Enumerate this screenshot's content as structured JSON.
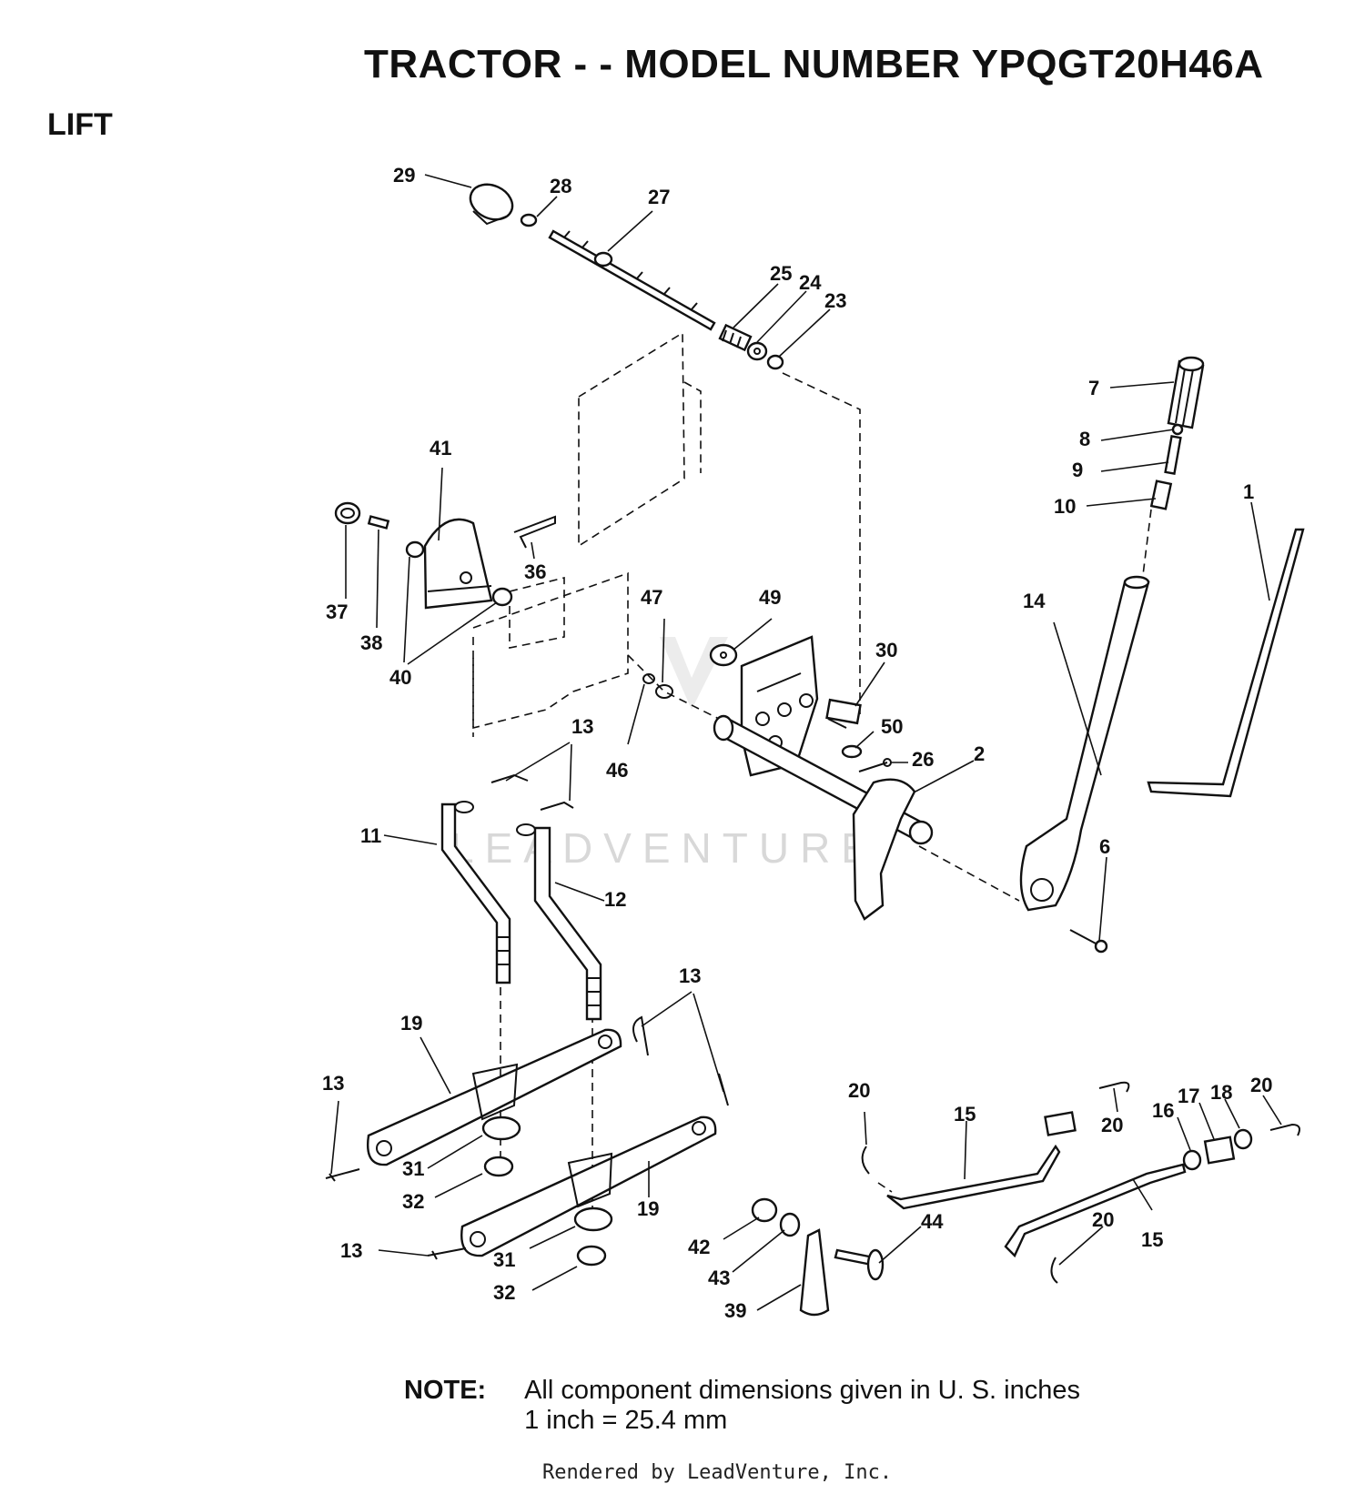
{
  "header": {
    "title": "TRACTOR - - MODEL NUMBER YPQGT20H46A",
    "section": "LIFT"
  },
  "callouts": [
    {
      "id": "c29",
      "label": "29"
    },
    {
      "id": "c28",
      "label": "28"
    },
    {
      "id": "c27",
      "label": "27"
    },
    {
      "id": "c25",
      "label": "25"
    },
    {
      "id": "c24",
      "label": "24"
    },
    {
      "id": "c23",
      "label": "23"
    },
    {
      "id": "c7",
      "label": "7"
    },
    {
      "id": "c8",
      "label": "8"
    },
    {
      "id": "c9",
      "label": "9"
    },
    {
      "id": "c10",
      "label": "10"
    },
    {
      "id": "c1",
      "label": "1"
    },
    {
      "id": "c41",
      "label": "41"
    },
    {
      "id": "c36",
      "label": "36"
    },
    {
      "id": "c37",
      "label": "37"
    },
    {
      "id": "c38",
      "label": "38"
    },
    {
      "id": "c40",
      "label": "40"
    },
    {
      "id": "c47",
      "label": "47"
    },
    {
      "id": "c49",
      "label": "49"
    },
    {
      "id": "c30",
      "label": "30"
    },
    {
      "id": "c14",
      "label": "14"
    },
    {
      "id": "c50",
      "label": "50"
    },
    {
      "id": "c26",
      "label": "26"
    },
    {
      "id": "c2",
      "label": "2"
    },
    {
      "id": "c46",
      "label": "46"
    },
    {
      "id": "c13a",
      "label": "13"
    },
    {
      "id": "c11",
      "label": "11"
    },
    {
      "id": "c12",
      "label": "12"
    },
    {
      "id": "c6",
      "label": "6"
    },
    {
      "id": "c13b",
      "label": "13"
    },
    {
      "id": "c19a",
      "label": "19"
    },
    {
      "id": "c13c",
      "label": "13"
    },
    {
      "id": "c31a",
      "label": "31"
    },
    {
      "id": "c32a",
      "label": "32"
    },
    {
      "id": "c19b",
      "label": "19"
    },
    {
      "id": "c13d",
      "label": "13"
    },
    {
      "id": "c31b",
      "label": "31"
    },
    {
      "id": "c32b",
      "label": "32"
    },
    {
      "id": "c20a",
      "label": "20"
    },
    {
      "id": "c15a",
      "label": "15"
    },
    {
      "id": "c20b",
      "label": "20"
    },
    {
      "id": "c16",
      "label": "16"
    },
    {
      "id": "c17",
      "label": "17"
    },
    {
      "id": "c18",
      "label": "18"
    },
    {
      "id": "c20c",
      "label": "20"
    },
    {
      "id": "c42",
      "label": "42"
    },
    {
      "id": "c43",
      "label": "43"
    },
    {
      "id": "c44",
      "label": "44"
    },
    {
      "id": "c20d",
      "label": "20"
    },
    {
      "id": "c15b",
      "label": "15"
    },
    {
      "id": "c39",
      "label": "39"
    }
  ],
  "note": {
    "label": "NOTE:",
    "line1": "All component dimensions given in U. S. inches",
    "line2": "1 inch = 25.4 mm"
  },
  "watermark": {
    "text": "LEADVENTURE"
  },
  "footer": {
    "text": "Rendered by LeadVenture, Inc."
  }
}
